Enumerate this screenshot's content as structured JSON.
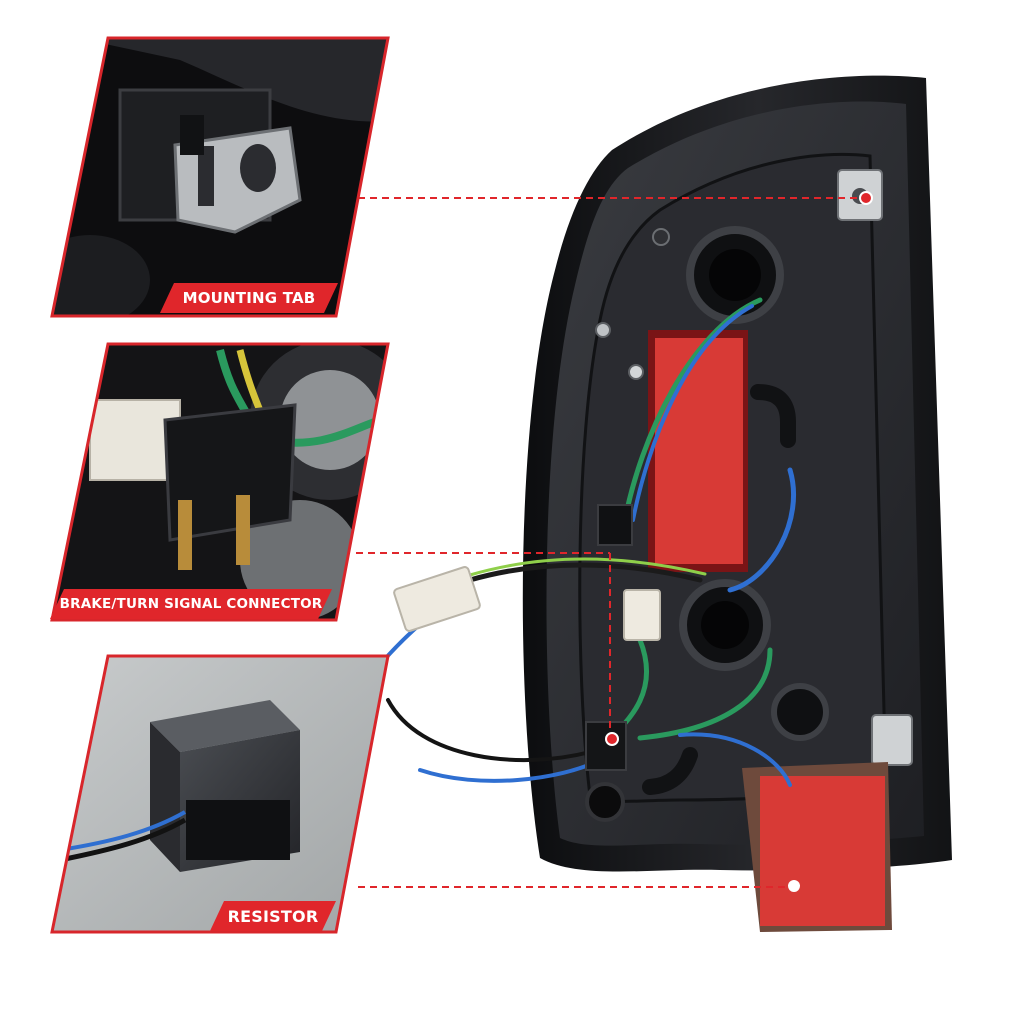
{
  "colors": {
    "accent": "#e0262b",
    "panel_border": "#d8262b",
    "label_text": "#ffffff",
    "housing": "#1b1c1f",
    "resistor_pad": "#d83a36",
    "wire_green": "#2a9a5e",
    "wire_blue": "#2f6fd1"
  },
  "callouts": [
    {
      "id": "mounting-tab",
      "label": "MOUNTING TAB",
      "icon": "mounting-tab-photo"
    },
    {
      "id": "brake-turn-connector",
      "label": "BRAKE/TURN SIGNAL CONNECTOR",
      "icon": "connector-photo"
    },
    {
      "id": "resistor",
      "label": "RESISTOR",
      "icon": "resistor-photo"
    }
  ]
}
